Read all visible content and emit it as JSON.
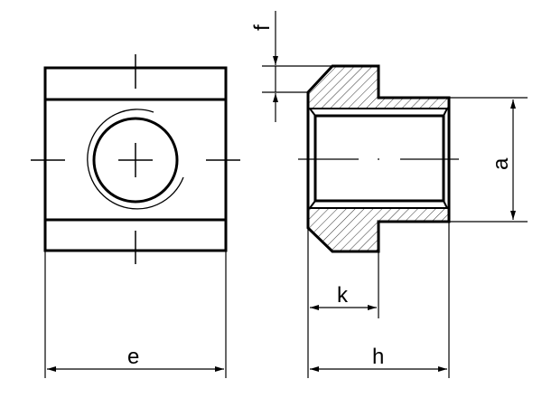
{
  "labels": {
    "e": "e",
    "h": "h",
    "k": "k",
    "a": "a",
    "f": "f"
  },
  "colors": {
    "line": "#000000",
    "background": "#ffffff"
  }
}
